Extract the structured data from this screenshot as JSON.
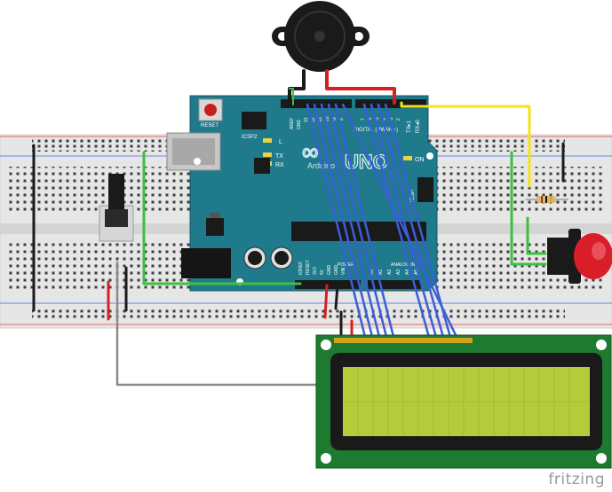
{
  "arduino": {
    "reset_label": "RESET",
    "icsp2_label": "ICSP2",
    "icsp_label": "ICSP",
    "led_l": "L",
    "led_tx": "TX",
    "led_rx": "RX",
    "on_label": "ON",
    "digital_label": "DIGITAL (PWM=~)",
    "brand": "Arduino",
    "model": "UNO",
    "aref": "AREF",
    "gnd": "GND",
    "pin13": "13",
    "pin12": "12",
    "pin11": "~11",
    "pin10": "~10",
    "pin9": "~9",
    "pin8": "8",
    "pin7": "7",
    "pin6": "~6",
    "pin5": "~5",
    "pin4": "4",
    "pin3": "~3",
    "pin2": "2",
    "tx1": "TX▸1",
    "rx0": "RX◂0",
    "power_label": "POWER",
    "analog_label": "ANALOG IN",
    "ioref": "IOREF",
    "reset2": "RESET",
    "v33": "3V3",
    "v5": "5V",
    "gnd2": "GND",
    "gnd3": "GND",
    "vin": "VIN",
    "a0": "A0",
    "a1": "A1",
    "a2": "A2",
    "a3": "A3",
    "a4": "A4",
    "a5": "A5"
  },
  "watermark": "fritzing",
  "colors": {
    "board": "#1f7a8c",
    "breadboard": "#e8e8e8",
    "wire_blue": "#3a5fd6",
    "wire_green": "#3fbf3f",
    "wire_yellow": "#f2e31b",
    "wire_red": "#d81f1f",
    "wire_black": "#222222",
    "wire_gray": "#8a8a8a",
    "lcd_pcb": "#1d7a2e",
    "lcd_screen": "#b4cc3a",
    "button_cap": "#d91e2a"
  }
}
